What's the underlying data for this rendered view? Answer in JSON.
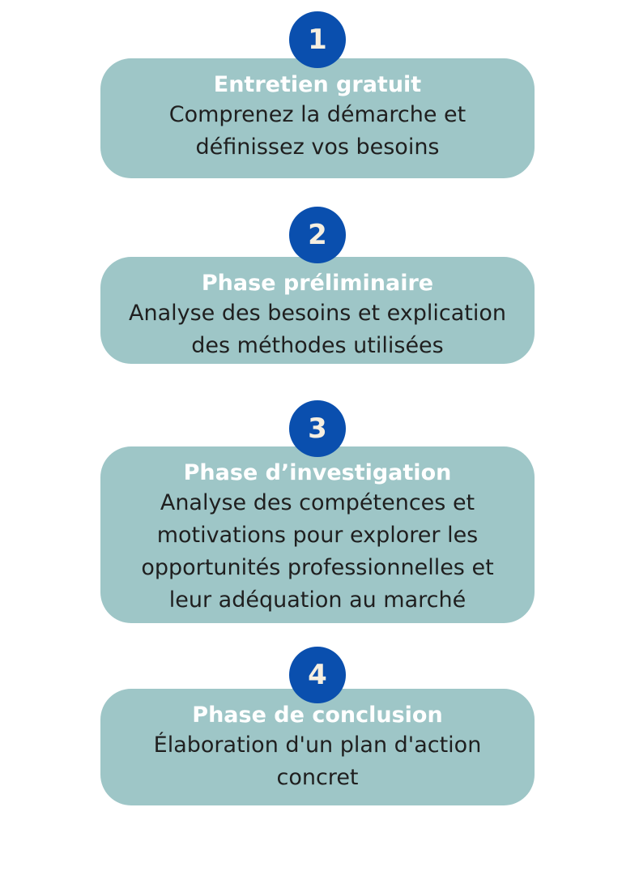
{
  "colors": {
    "card_background": "#9ec6c7",
    "badge_background": "#0a4fae",
    "badge_text": "#f6efe0",
    "title_text": "#ffffff",
    "description_text": "#1f1f1f"
  },
  "steps": [
    {
      "number": "1",
      "title": "Entretien gratuit",
      "description_lines": [
        "Comprenez la démarche et",
        "définissez vos besoins"
      ]
    },
    {
      "number": "2",
      "title": "Phase préliminaire",
      "description_lines": [
        "Analyse des besoins et explication",
        "des méthodes utilisées"
      ]
    },
    {
      "number": "3",
      "title": "Phase d’investigation",
      "description_lines": [
        "Analyse des compétences et",
        "motivations pour explorer les",
        "opportunités professionnelles et",
        "leur adéquation au marché"
      ]
    },
    {
      "number": "4",
      "title": "Phase de conclusion",
      "description_lines": [
        "Élaboration d'un plan d'action",
        "concret"
      ]
    }
  ]
}
